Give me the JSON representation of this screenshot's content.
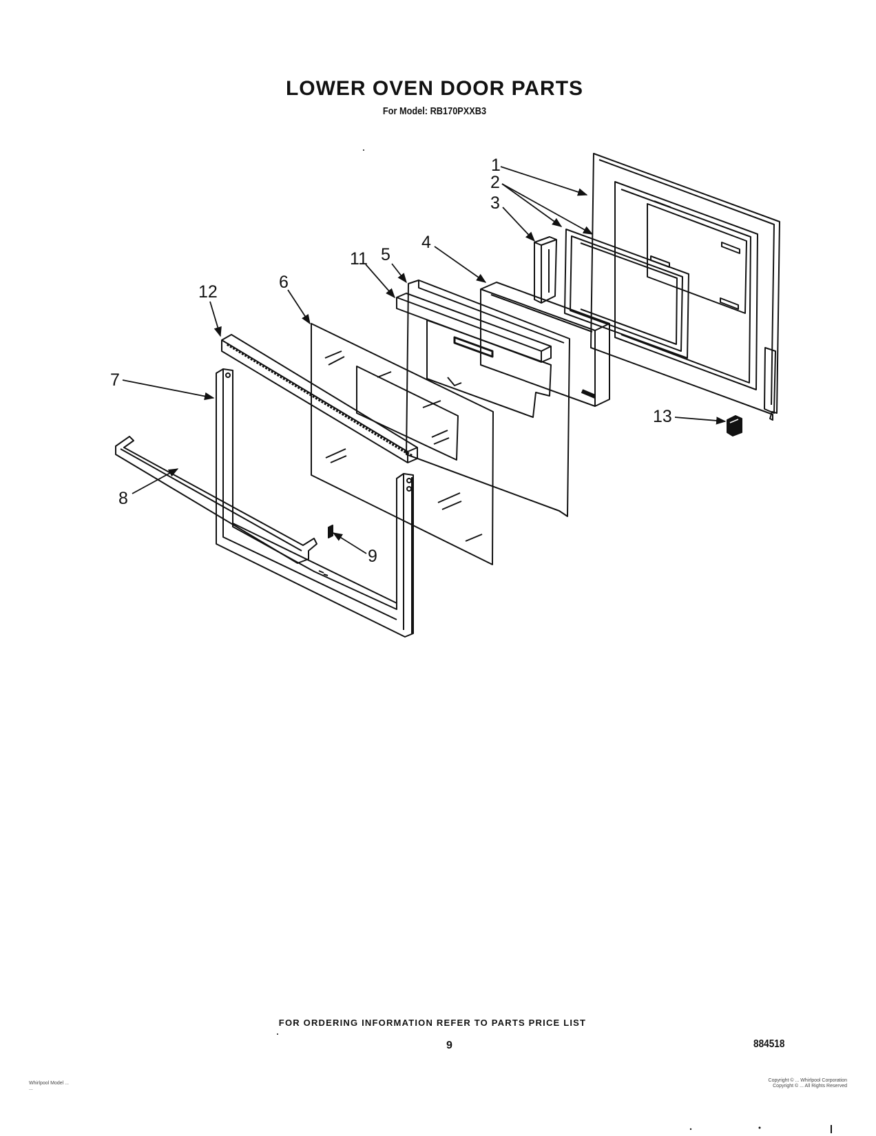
{
  "header": {
    "title": "LOWER OVEN DOOR PARTS",
    "subtitle": "For Model: RB170PXXB3"
  },
  "diagram": {
    "callouts": {
      "c1": "1",
      "c2": "2",
      "c3": "3",
      "c4": "4",
      "c5": "5",
      "c6": "6",
      "c7": "7",
      "c8": "8",
      "c9": "9",
      "c11": "11",
      "c12": "12",
      "c13": "13"
    }
  },
  "footer": {
    "ordering_note": "FOR ORDERING INFORMATION REFER TO PARTS PRICE LIST",
    "page_number": "9",
    "document_number": "884518",
    "fine_print_left_1": "Whirlpool Model  ...",
    "fine_print_left_2": "... ",
    "fine_print_right_1": "Copyright © ... Whirlpool Corporation",
    "fine_print_right_2": "Copyright © ... All Rights Reserved"
  },
  "colors": {
    "ink": "#111111",
    "paper": "#ffffff"
  }
}
